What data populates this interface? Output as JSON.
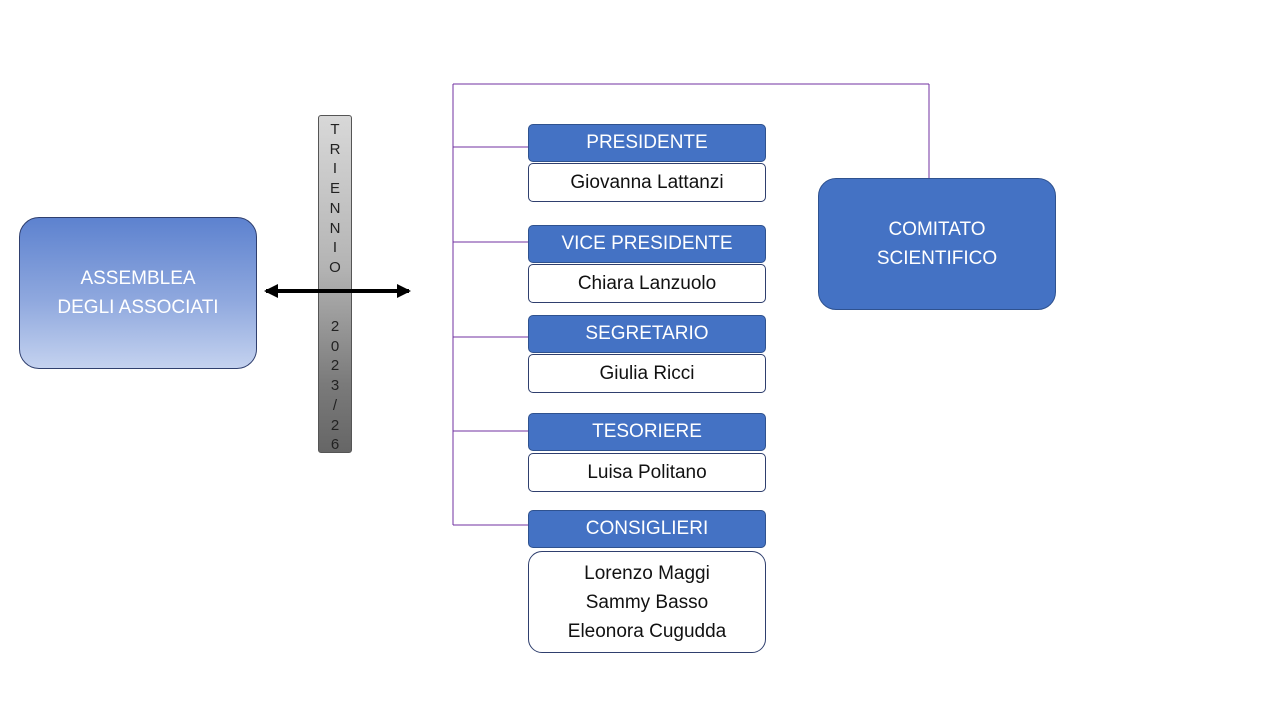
{
  "assembly": {
    "line1": "ASSEMBLEA",
    "line2": "DEGLI ASSOCIATI"
  },
  "term": {
    "text": "T\nR\nI\nE\nN\nN\nI\nO\n\n\n2\n0\n2\n3\n/\n2\n6"
  },
  "roles": [
    {
      "title": "PRESIDENTE",
      "name": "Giovanna Lattanzi"
    },
    {
      "title": "VICE PRESIDENTE",
      "name": "Chiara Lanzuolo"
    },
    {
      "title": "SEGRETARIO",
      "name": "Giulia Ricci"
    },
    {
      "title": "TESORIERE",
      "name": "Luisa Politano"
    },
    {
      "title": "CONSIGLIERI",
      "members": [
        "Lorenzo Maggi",
        "Sammy Basso",
        "Eleonora Cugudda"
      ]
    }
  ],
  "committee": {
    "line1": "COMITATO",
    "line2": "SCIENTIFICO"
  },
  "colors": {
    "header_blue": "#4472c4",
    "connector": "#7030a0"
  }
}
